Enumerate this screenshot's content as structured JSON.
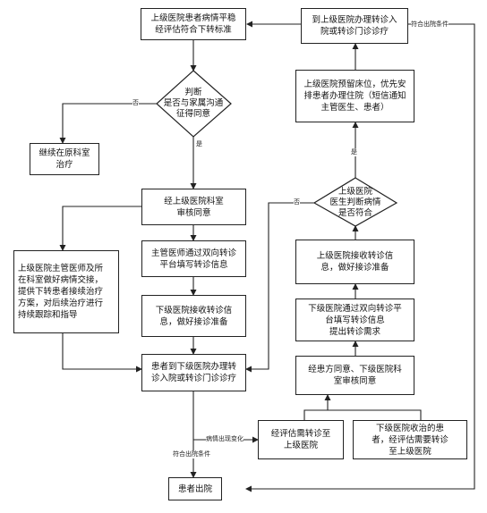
{
  "nodes": {
    "n1": "上级医院患者病情平稳\n经评估符合下转标准",
    "judge1": "判断\n是否与家属沟通\n征得同意",
    "n_continue": "继续在原科室\n治疗",
    "n2": "经上级医院科室\n审核同意",
    "n_left": "上级医院主管医师及所\n在科室做好病情交接，\n提供下转患者接续治疗\n方案，对后续治疗进行\n持续跟踪和指导",
    "n3": "主管医师通过双向转诊\n平台填写转诊信息",
    "n4": "下级医院接收转诊信\n息，做好接诊准备",
    "n5": "患者到下级医院办理转\n诊入院或转诊门诊诊疗",
    "n_up_eval": "经评估需转诊至\n上级医院",
    "n_lower_patient": "下级医院收治的患\n者，经评估需要转诊\n至上级医院",
    "n_discharge": "患者出院",
    "r1": "经患方同意、下级医院科\n室审核同意",
    "r2": "下级医院通过双向转诊平\n台填写转诊信息\n提出转诊需求",
    "r3": "上级医院接收转诊信\n息，做好接诊准备",
    "judge2": "上级医院\n医生判断病情\n是否符合",
    "r4": "上级医院预留床位，优先安\n排患者办理住院（短信通知\n主管医生、患者）",
    "r5": "到上级医院办理转诊入\n院或转诊门诊诊疗"
  },
  "labels": {
    "no1": "否",
    "yes1": "是",
    "no2": "否",
    "yes2": "是",
    "condition_change": "病情出现变化",
    "discharge_cond_left": "符合出院条件",
    "discharge_cond_right": "符合出院条件"
  },
  "colors": {
    "line": "#222222",
    "box_border": "#222222",
    "background": "#ffffff"
  }
}
